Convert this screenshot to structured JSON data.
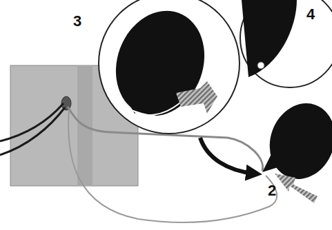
{
  "diagram": {
    "labels": [
      "3",
      "4",
      "2"
    ]
  }
}
